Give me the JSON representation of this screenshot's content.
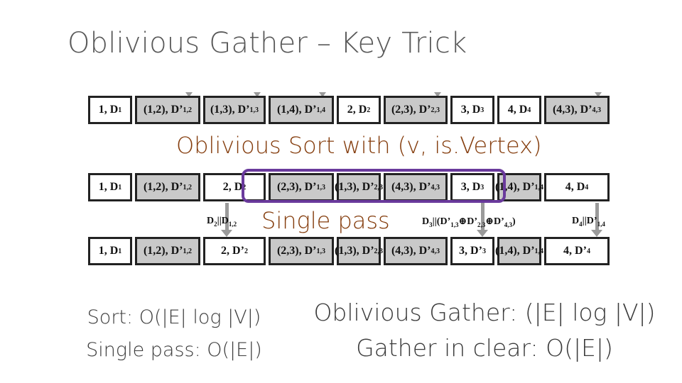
{
  "title": "Oblivious Gather – Key Trick",
  "row1": [
    {
      "main": "1, D",
      "sub": "1",
      "kind": "vertex"
    },
    {
      "main": "(1,2), D’",
      "sub": "1,2",
      "kind": "edge"
    },
    {
      "main": "(1,3), D’",
      "sub": "1,3",
      "kind": "edge"
    },
    {
      "main": "(1,4), D’",
      "sub": "1,4",
      "kind": "edge"
    },
    {
      "main": "2, D",
      "sub": "2",
      "kind": "vertex"
    },
    {
      "main": "(2,3), D’",
      "sub": "2,3",
      "kind": "edge"
    },
    {
      "main": "3, D",
      "sub": "3",
      "kind": "vertex"
    },
    {
      "main": "4, D",
      "sub": "4",
      "kind": "vertex"
    },
    {
      "main": "(4,3), D’",
      "sub": "4,3",
      "kind": "edge"
    }
  ],
  "sort_caption": "Oblivious Sort with (v, is.Vertex)",
  "row2": [
    {
      "main": "1, D",
      "sub": "1",
      "kind": "vertex"
    },
    {
      "main": "(1,2), D’",
      "sub": "1,2",
      "kind": "edge"
    },
    {
      "main": "2, D",
      "sub": "2",
      "kind": "vertex"
    },
    {
      "main": "(2,3), D’",
      "sub": "1,3",
      "kind": "edge"
    },
    {
      "main": "(1,3), D’",
      "sub": "2,3",
      "kind": "edge"
    },
    {
      "main": "(4,3), D’",
      "sub": "4,3",
      "kind": "edge"
    },
    {
      "main": "3, D",
      "sub": "3",
      "kind": "vertex"
    },
    {
      "main": "(1,4), D’",
      "sub": "1,4",
      "kind": "edge"
    },
    {
      "main": "4, D",
      "sub": "4",
      "kind": "vertex"
    }
  ],
  "pass_caption": "Single pass",
  "tags": {
    "d2": {
      "a": "D",
      "a_sub": "2",
      "b": "||D",
      "b_sub": "1,2"
    },
    "d3": {
      "p1": "D",
      "s1": "3",
      "p2": "||(D’",
      "s2": "1,3",
      "p3": "⊕D’",
      "s3": "2,3",
      "p4": "⊕D’",
      "s4": "4,3",
      "p5": ")"
    },
    "d4": {
      "a": "D",
      "a_sub": "4",
      "b": "||D’",
      "b_sub": "1,4"
    }
  },
  "row3": [
    {
      "main": "1, D",
      "sub": "1",
      "kind": "vertex"
    },
    {
      "main": "(1,2), D’",
      "sub": "1,2",
      "kind": "edge"
    },
    {
      "main": "2, D’",
      "sub": "2",
      "kind": "vertex"
    },
    {
      "main": "(2,3), D’",
      "sub": "1,3",
      "kind": "edge"
    },
    {
      "main": "(1,3), D’",
      "sub": "2,3",
      "kind": "edge"
    },
    {
      "main": "(4,3), D’",
      "sub": "4,3",
      "kind": "edge"
    },
    {
      "main": "3, D’",
      "sub": "3",
      "kind": "vertex"
    },
    {
      "main": "(1,4), D’",
      "sub": "1,4",
      "kind": "edge"
    },
    {
      "main": "4, D’",
      "sub": "4",
      "kind": "vertex"
    }
  ],
  "bottom_left": {
    "line1": "Sort: O(|E| log |V|)",
    "line2": "Single pass: O(|E|)"
  },
  "bottom_right": {
    "line1": "Oblivious Gather: (|E| log |V|)",
    "line2": "Gather in clear: O(|E|)"
  },
  "colors": {
    "caption": "#843c0c",
    "highlight": "#6a3a9c",
    "cell_fill": "#c9c9c9"
  }
}
